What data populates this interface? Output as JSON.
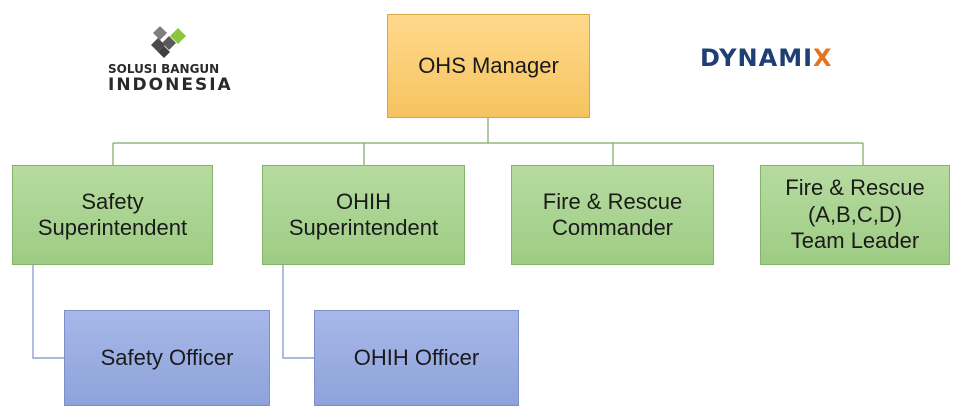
{
  "logos": {
    "left": {
      "line1": "SOLUSI BANGUN",
      "line2": "INDONESIA",
      "icon": "leaf-cluster-icon",
      "colors": [
        "#7f7f7f",
        "#4a4a4a",
        "#8cc63f"
      ]
    },
    "right": {
      "text": "DYNAMIX",
      "color": "#1e3f72",
      "accent": "#e8731c"
    }
  },
  "org_chart": {
    "manager": {
      "label": "OHS Manager"
    },
    "leads": [
      {
        "label": "Safety\nSuperintendent"
      },
      {
        "label": "OHIH\nSuperintendent"
      },
      {
        "label": "Fire & Rescue\nCommander"
      },
      {
        "label": "Fire & Rescue\n(A,B,C,D)\nTeam Leader"
      }
    ],
    "officers": [
      {
        "label": "Safety Officer"
      },
      {
        "label": "OHIH Officer"
      }
    ]
  },
  "colors": {
    "manager_fill": "#f8cd78",
    "lead_fill": "#a9d492",
    "officer_fill": "#9aaee0",
    "connector": "#7aa760"
  }
}
